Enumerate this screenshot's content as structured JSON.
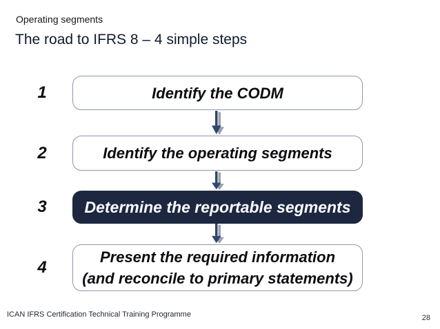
{
  "slide": {
    "eyebrow": "Operating segments",
    "title": "The road to IFRS 8 – 4 simple steps",
    "footer": "ICAN IFRS Certification Technical Training Programme",
    "page_number": "28"
  },
  "steps": [
    {
      "number": "1",
      "label": "Identify the CODM",
      "style": "outline"
    },
    {
      "number": "2",
      "label": "Identify the operating segments",
      "style": "outline"
    },
    {
      "number": "3",
      "label": "Determine the reportable segments",
      "style": "filled"
    },
    {
      "number": "4",
      "label_line1": "Present the required information",
      "label_line2": "(and reconcile to primary statements)",
      "style": "outline"
    }
  ],
  "icons": {
    "between_steps": "down-arrow-icon"
  },
  "colors": {
    "background": "#ffffff",
    "dark_box_fill": "#1d2740",
    "box_border": "#8e97ab",
    "arrow_front": "#31466b",
    "arrow_shadow": "#9ba1ac",
    "text": "#0b0b10"
  }
}
